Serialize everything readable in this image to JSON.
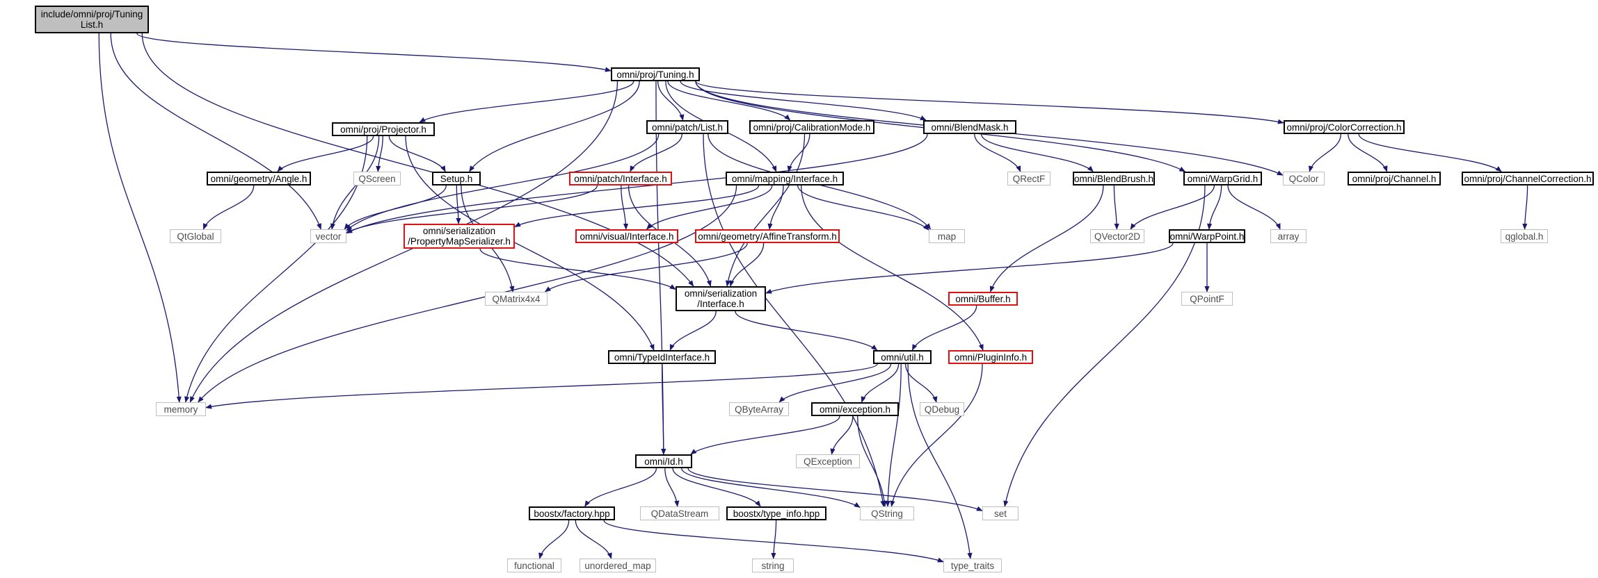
{
  "graph": {
    "nodes": [
      {
        "id": "root",
        "label": "include/omni/proj/Tuning\nList.h",
        "kind": "root"
      },
      {
        "id": "tuning",
        "label": "omni/proj/Tuning.h",
        "kind": "doc"
      },
      {
        "id": "projector",
        "label": "omni/proj/Projector.h",
        "kind": "doc"
      },
      {
        "id": "patchlist",
        "label": "omni/patch/List.h",
        "kind": "doc"
      },
      {
        "id": "calibmode",
        "label": "omni/proj/CalibrationMode.h",
        "kind": "doc"
      },
      {
        "id": "blendmask",
        "label": "omni/BlendMask.h",
        "kind": "doc"
      },
      {
        "id": "colorcorr",
        "label": "omni/proj/ColorCorrection.h",
        "kind": "doc"
      },
      {
        "id": "angle",
        "label": "omni/geometry/Angle.h",
        "kind": "doc"
      },
      {
        "id": "qscreen",
        "label": "QScreen",
        "kind": "std"
      },
      {
        "id": "setup",
        "label": "Setup.h",
        "kind": "doc"
      },
      {
        "id": "patchiface",
        "label": "omni/patch/Interface.h",
        "kind": "red"
      },
      {
        "id": "mappingiface",
        "label": "omni/mapping/Interface.h",
        "kind": "doc"
      },
      {
        "id": "qrectf",
        "label": "QRectF",
        "kind": "std"
      },
      {
        "id": "blendbrush",
        "label": "omni/BlendBrush.h",
        "kind": "doc"
      },
      {
        "id": "warpgrid",
        "label": "omni/WarpGrid.h",
        "kind": "doc"
      },
      {
        "id": "qcolor",
        "label": "QColor",
        "kind": "std"
      },
      {
        "id": "channel",
        "label": "omni/proj/Channel.h",
        "kind": "doc"
      },
      {
        "id": "channelcorr",
        "label": "omni/proj/ChannelCorrection.h",
        "kind": "doc"
      },
      {
        "id": "qtglobal",
        "label": "QtGlobal",
        "kind": "std"
      },
      {
        "id": "vector",
        "label": "vector",
        "kind": "std"
      },
      {
        "id": "propmap",
        "label": "omni/serialization\n/PropertyMapSerializer.h",
        "kind": "red"
      },
      {
        "id": "visualiface",
        "label": "omni/visual/Interface.h",
        "kind": "red"
      },
      {
        "id": "affine",
        "label": "omni/geometry/AffineTransform.h",
        "kind": "red"
      },
      {
        "id": "map",
        "label": "map",
        "kind": "std"
      },
      {
        "id": "qvector2d",
        "label": "QVector2D",
        "kind": "std"
      },
      {
        "id": "array",
        "label": "array",
        "kind": "std"
      },
      {
        "id": "qglobal",
        "label": "qglobal.h",
        "kind": "std"
      },
      {
        "id": "warppoint",
        "label": "omni/WarpPoint.h",
        "kind": "doc"
      },
      {
        "id": "qmatrix",
        "label": "QMatrix4x4",
        "kind": "std"
      },
      {
        "id": "seriface",
        "label": "omni/serialization\n/Interface.h",
        "kind": "doc"
      },
      {
        "id": "buffer",
        "label": "omni/Buffer.h",
        "kind": "red"
      },
      {
        "id": "qpointf",
        "label": "QPointF",
        "kind": "std"
      },
      {
        "id": "typeid",
        "label": "omni/TypeIdInterface.h",
        "kind": "doc"
      },
      {
        "id": "util",
        "label": "omni/util.h",
        "kind": "doc"
      },
      {
        "id": "plugininfo",
        "label": "omni/PluginInfo.h",
        "kind": "red"
      },
      {
        "id": "memory",
        "label": "memory",
        "kind": "std"
      },
      {
        "id": "qbytearray",
        "label": "QByteArray",
        "kind": "std"
      },
      {
        "id": "exception",
        "label": "omni/exception.h",
        "kind": "doc"
      },
      {
        "id": "qdebug",
        "label": "QDebug",
        "kind": "std"
      },
      {
        "id": "qexception",
        "label": "QException",
        "kind": "std"
      },
      {
        "id": "id",
        "label": "omni/Id.h",
        "kind": "doc"
      },
      {
        "id": "factory",
        "label": "boostx/factory.hpp",
        "kind": "doc"
      },
      {
        "id": "qdatastream",
        "label": "QDataStream",
        "kind": "std"
      },
      {
        "id": "typeinfo",
        "label": "boostx/type_info.hpp",
        "kind": "doc"
      },
      {
        "id": "qstring",
        "label": "QString",
        "kind": "std"
      },
      {
        "id": "set",
        "label": "set",
        "kind": "std"
      },
      {
        "id": "functional",
        "label": "functional",
        "kind": "std"
      },
      {
        "id": "unordered",
        "label": "unordered_map",
        "kind": "std"
      },
      {
        "id": "string",
        "label": "string",
        "kind": "std"
      },
      {
        "id": "typetraits",
        "label": "type_traits",
        "kind": "std"
      }
    ],
    "edges": [
      [
        "root",
        "tuning"
      ],
      [
        "root",
        "memory"
      ],
      [
        "root",
        "seriface"
      ],
      [
        "root",
        "vector"
      ],
      [
        "tuning",
        "projector"
      ],
      [
        "tuning",
        "patchlist"
      ],
      [
        "tuning",
        "calibmode"
      ],
      [
        "tuning",
        "blendmask"
      ],
      [
        "tuning",
        "colorcorr"
      ],
      [
        "tuning",
        "setup"
      ],
      [
        "tuning",
        "mappingiface"
      ],
      [
        "tuning",
        "warpgrid"
      ],
      [
        "tuning",
        "qcolor"
      ],
      [
        "tuning",
        "memory"
      ],
      [
        "tuning",
        "id"
      ],
      [
        "projector",
        "angle"
      ],
      [
        "projector",
        "qscreen"
      ],
      [
        "projector",
        "setup"
      ],
      [
        "projector",
        "vector"
      ],
      [
        "projector",
        "memory"
      ],
      [
        "projector",
        "typeid"
      ],
      [
        "angle",
        "qtglobal"
      ],
      [
        "setup",
        "vector"
      ],
      [
        "setup",
        "propmap"
      ],
      [
        "setup",
        "qmatrix"
      ],
      [
        "patchlist",
        "patchiface"
      ],
      [
        "patchlist",
        "vector"
      ],
      [
        "patchlist",
        "map"
      ],
      [
        "patchlist",
        "qstring"
      ],
      [
        "calibmode",
        "mappingiface"
      ],
      [
        "calibmode",
        "seriface"
      ],
      [
        "blendmask",
        "qrectf"
      ],
      [
        "blendmask",
        "blendbrush"
      ],
      [
        "blendmask",
        "vector"
      ],
      [
        "patchiface",
        "vector"
      ],
      [
        "patchiface",
        "visualiface"
      ],
      [
        "patchiface",
        "seriface"
      ],
      [
        "mappingiface",
        "visualiface"
      ],
      [
        "mappingiface",
        "affine"
      ],
      [
        "mappingiface",
        "propmap"
      ],
      [
        "mappingiface",
        "map"
      ],
      [
        "mappingiface",
        "plugininfo"
      ],
      [
        "mappingiface",
        "memory"
      ],
      [
        "blendbrush",
        "qvector2d"
      ],
      [
        "blendbrush",
        "buffer"
      ],
      [
        "warpgrid",
        "qvector2d"
      ],
      [
        "warpgrid",
        "array"
      ],
      [
        "warpgrid",
        "warppoint"
      ],
      [
        "warpgrid",
        "set"
      ],
      [
        "colorcorr",
        "qcolor"
      ],
      [
        "colorcorr",
        "channel"
      ],
      [
        "colorcorr",
        "channelcorr"
      ],
      [
        "channelcorr",
        "qglobal"
      ],
      [
        "propmap",
        "seriface"
      ],
      [
        "affine",
        "seriface"
      ],
      [
        "affine",
        "qmatrix"
      ],
      [
        "warppoint",
        "seriface"
      ],
      [
        "warppoint",
        "qpointf"
      ],
      [
        "seriface",
        "typeid"
      ],
      [
        "seriface",
        "util"
      ],
      [
        "buffer",
        "util"
      ],
      [
        "plugininfo",
        "qstring"
      ],
      [
        "typeid",
        "id"
      ],
      [
        "util",
        "memory"
      ],
      [
        "util",
        "qbytearray"
      ],
      [
        "util",
        "exception"
      ],
      [
        "util",
        "qdebug"
      ],
      [
        "util",
        "qstring"
      ],
      [
        "util",
        "typetraits"
      ],
      [
        "exception",
        "qexception"
      ],
      [
        "exception",
        "qstring"
      ],
      [
        "exception",
        "id"
      ],
      [
        "id",
        "factory"
      ],
      [
        "id",
        "qdatastream"
      ],
      [
        "id",
        "typeinfo"
      ],
      [
        "id",
        "qstring"
      ],
      [
        "id",
        "set"
      ],
      [
        "factory",
        "functional"
      ],
      [
        "factory",
        "unordered"
      ],
      [
        "factory",
        "typetraits"
      ],
      [
        "typeinfo",
        "string"
      ]
    ]
  }
}
